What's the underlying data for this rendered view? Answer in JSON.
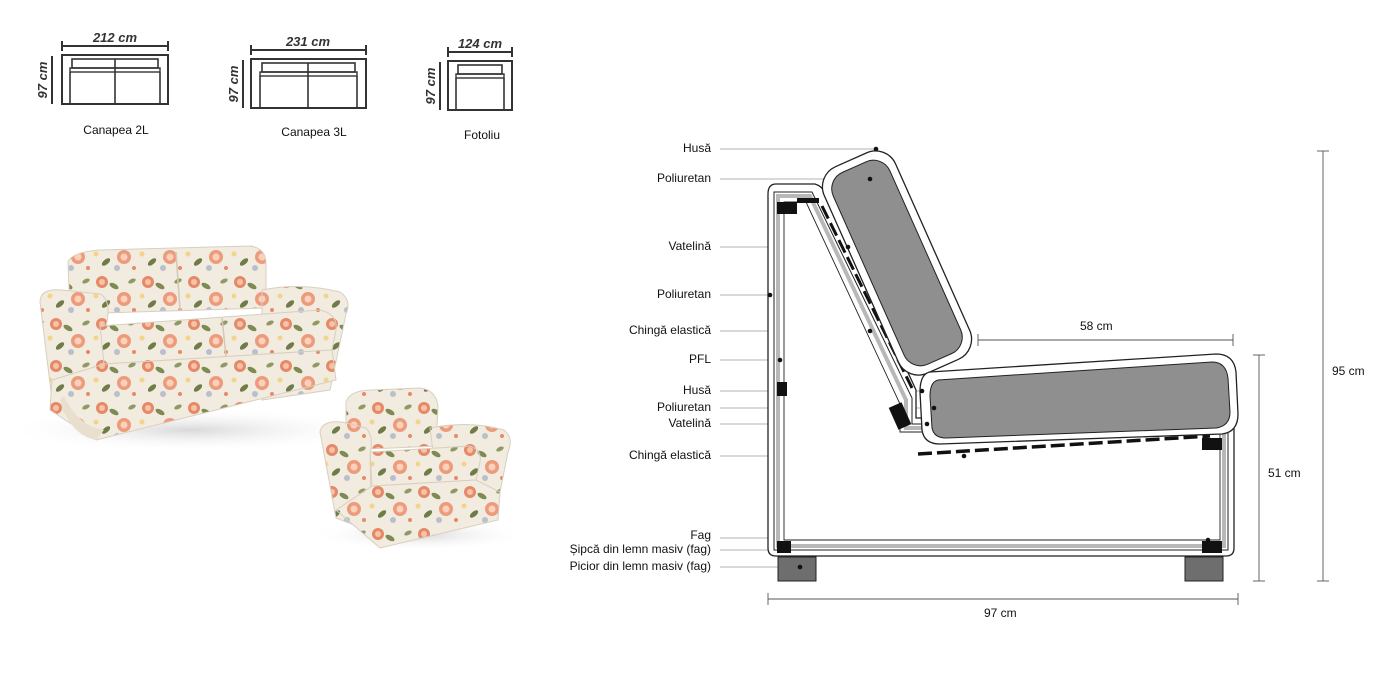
{
  "top_views": [
    {
      "width": "212 cm",
      "depth": "97 cm",
      "caption": "Canapea 2L"
    },
    {
      "width": "231 cm",
      "depth": "97 cm",
      "caption": "Canapea 3L"
    },
    {
      "width": "124 cm",
      "depth": "97 cm",
      "caption": "Fotoliu"
    }
  ],
  "labels": [
    "Husă",
    "Poliuretan",
    "Vatelină",
    "Poliuretan",
    "Chingă elastică",
    "PFL",
    "Husă",
    "Poliuretan",
    "Vatelină",
    "Chingă elastică",
    "Fag",
    "Șipcă din lemn masiv (fag)",
    "Picior din lemn masiv (fag)"
  ],
  "measurements": {
    "seat_depth": "58 cm",
    "seat_height": "51 cm",
    "total_height": "95 cm",
    "total_depth": "97 cm"
  },
  "colors": {
    "cushion": "#8f8f8f",
    "outline": "#222222",
    "fabric_base": "#f1ebe0",
    "flower_coral": "#e58a68",
    "flower_leaf": "#7d8a52"
  }
}
